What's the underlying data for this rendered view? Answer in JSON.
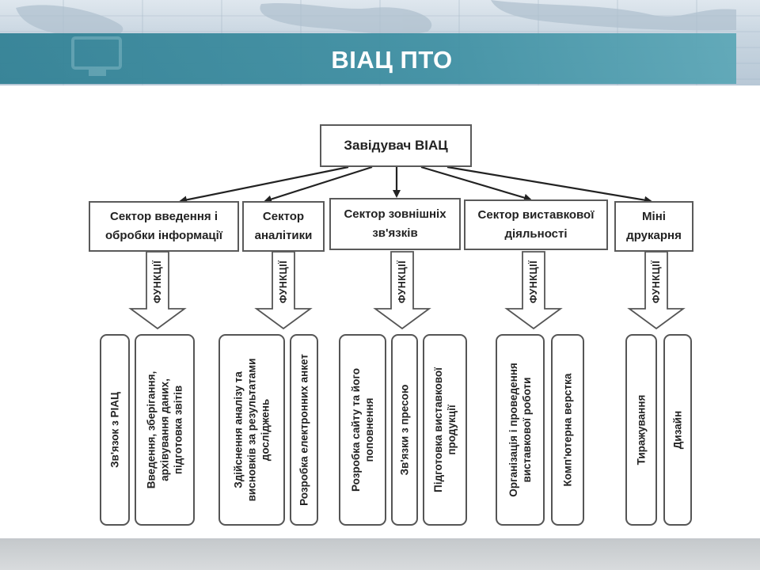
{
  "slide": {
    "title": "ВІАЦ ПТО"
  },
  "orgchart": {
    "head": "Завідувач ВІАЦ",
    "function_label": "ФУНКЦІЇ",
    "sectors": [
      {
        "name_lines": [
          "Сектор введення і",
          "обробки інформації"
        ],
        "functions": [
          {
            "lines": [
              "Зв'язок з РІАЦ"
            ]
          },
          {
            "lines": [
              "Введення, зберігання,",
              "архівування даних,",
              "підготовка звітів"
            ]
          }
        ]
      },
      {
        "name_lines": [
          "Сектор",
          "аналітики"
        ],
        "functions": [
          {
            "lines": [
              "Здійснення аналізу та",
              "висновків за результатами",
              "досліджень"
            ]
          },
          {
            "lines": [
              "Розробка електронних анкет"
            ]
          }
        ]
      },
      {
        "name_lines": [
          "Сектор зовнішніх",
          "зв'язків"
        ],
        "functions": [
          {
            "lines": [
              "Розробка сайту та його",
              "поповнення"
            ]
          },
          {
            "lines": [
              "Зв'язки з пресою"
            ]
          },
          {
            "lines": [
              "Підготовка виставкової",
              "продукції"
            ]
          }
        ]
      },
      {
        "name_lines": [
          "Сектор виставкової",
          "діяльності"
        ],
        "functions": [
          {
            "lines": [
              "Організація і проведення",
              "виставкової роботи"
            ]
          },
          {
            "lines": [
              "Комп'ютерна верстка"
            ]
          }
        ]
      },
      {
        "name_lines": [
          "Міні",
          "друкарня"
        ],
        "functions": [
          {
            "lines": [
              "Тиражування"
            ]
          },
          {
            "lines": [
              "Дизайн"
            ]
          }
        ]
      }
    ]
  }
}
